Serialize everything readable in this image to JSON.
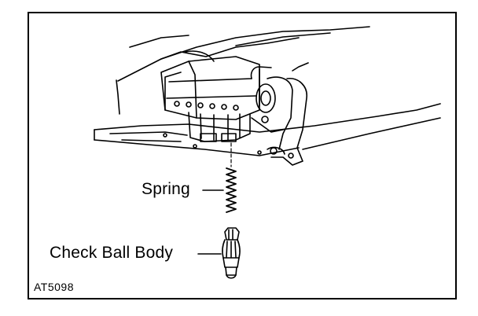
{
  "labels": {
    "spring": "Spring",
    "check_ball_body": "Check Ball Body"
  },
  "figure_code": "AT5098",
  "colors": {
    "ink": "#000000",
    "paper": "#ffffff"
  }
}
